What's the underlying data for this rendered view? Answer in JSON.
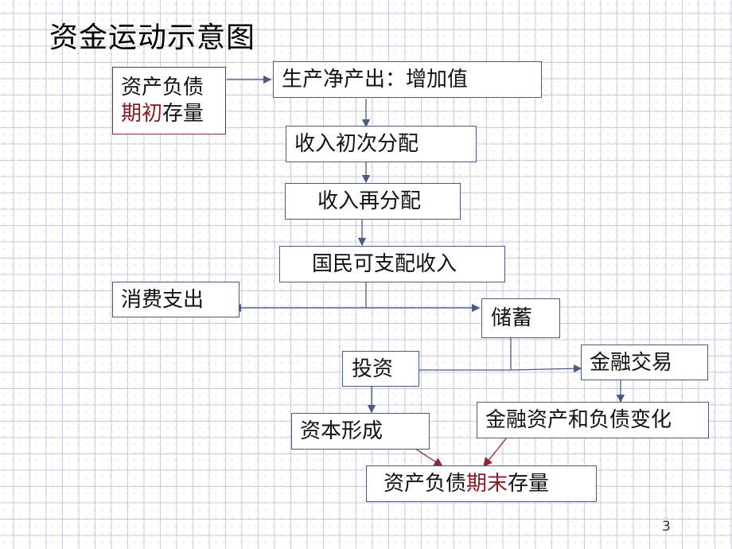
{
  "title": "资金运动示意图",
  "nodes": {
    "opening_stock": {
      "line1": "资产负债",
      "line2_hl": "期初",
      "line2_rest": "存量"
    },
    "production": "生产净产出：增加值",
    "primary_distribution": "收入初次分配",
    "redistribution": "收入再分配",
    "disposable_income": "国民可支配收入",
    "consumption": "消费支出",
    "saving": "储蓄",
    "investment": "投资",
    "financial_transactions": "金融交易",
    "capital_formation": "资本形成",
    "financial_changes": "金融资产和负债变化",
    "closing_stock": {
      "pre": "资产负债",
      "hl": "期末",
      "post": "存量"
    }
  },
  "colors": {
    "line": "#4a5a86",
    "highlight": "#8a1a27",
    "red_arrow": "#8a2531"
  },
  "page_number": "3"
}
